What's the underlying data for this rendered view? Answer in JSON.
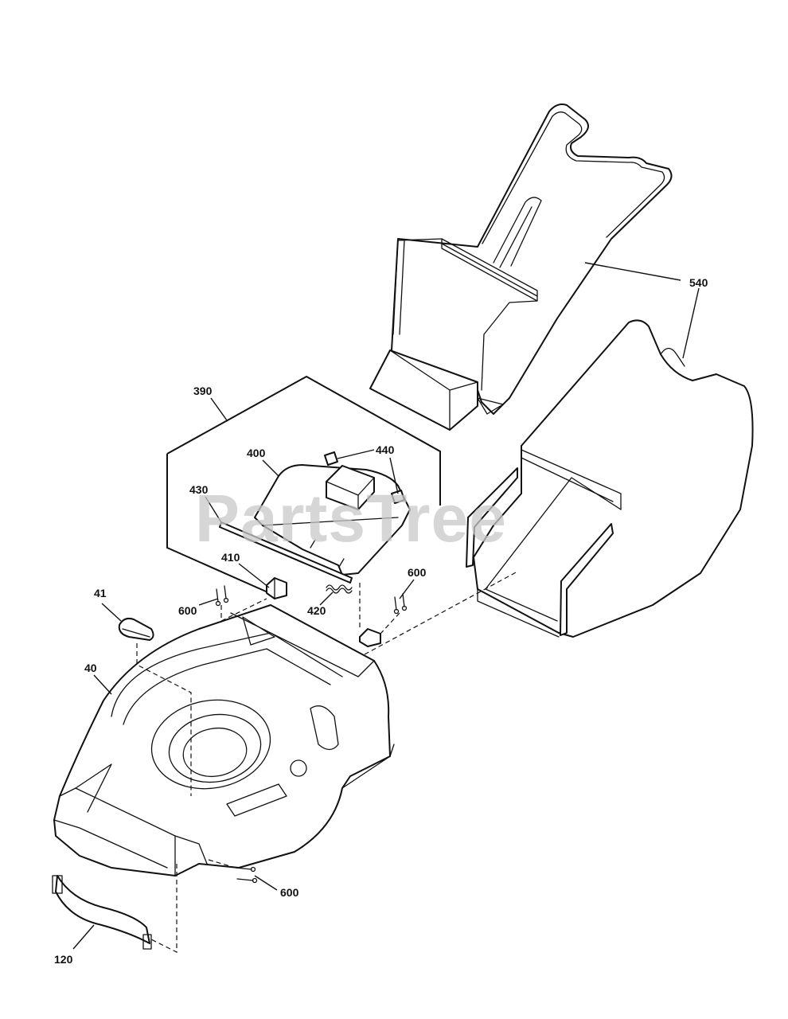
{
  "watermark": "PartsTree",
  "callouts": [
    {
      "id": "c540",
      "label": "540"
    },
    {
      "id": "c390",
      "label": "390"
    },
    {
      "id": "c400",
      "label": "400"
    },
    {
      "id": "c440",
      "label": "440"
    },
    {
      "id": "c430",
      "label": "430"
    },
    {
      "id": "c410",
      "label": "410"
    },
    {
      "id": "c600a",
      "label": "600"
    },
    {
      "id": "c600b",
      "label": "600"
    },
    {
      "id": "c600c",
      "label": "600"
    },
    {
      "id": "c420",
      "label": "420"
    },
    {
      "id": "c41",
      "label": "41"
    },
    {
      "id": "c40",
      "label": "40"
    },
    {
      "id": "c120",
      "label": "120"
    }
  ]
}
